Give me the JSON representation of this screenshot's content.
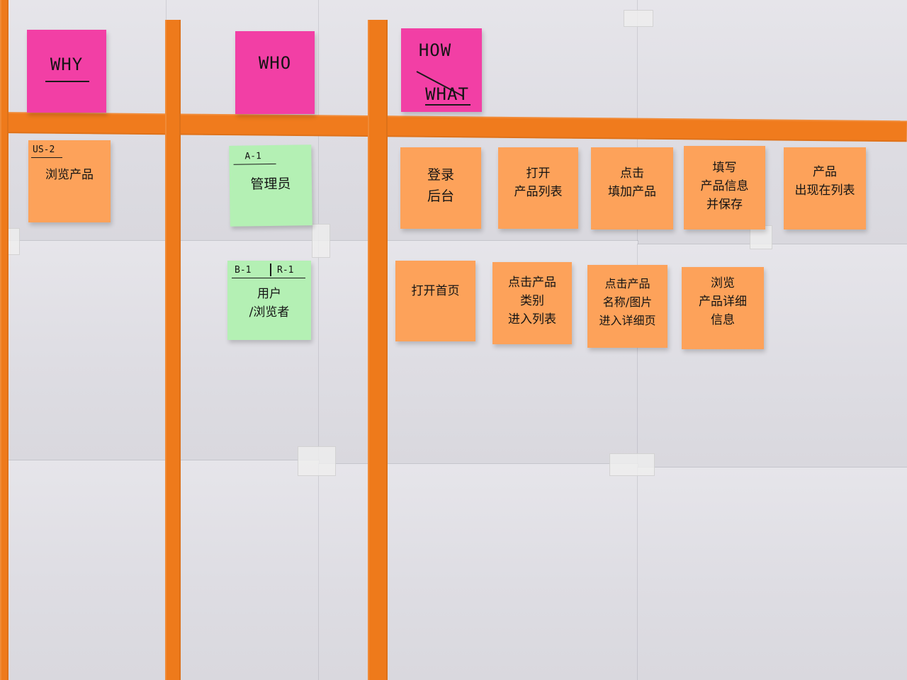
{
  "headers": {
    "why": "WHY",
    "who": "WHO",
    "how": "HOW",
    "what": "WHAT"
  },
  "row1": {
    "why_card": {
      "tag": "US-2",
      "text": "浏览产品"
    },
    "who_card": {
      "tag": "A-1",
      "text": "管理员"
    },
    "steps": [
      {
        "text": "登录\n后台"
      },
      {
        "text": "打开\n产品列表"
      },
      {
        "text": "点击\n填加产品"
      },
      {
        "text": "填写\n产品信息\n并保存"
      },
      {
        "text": "产品\n出现在列表"
      }
    ]
  },
  "row2": {
    "who_card": {
      "tag_left": "B-1",
      "tag_right": "R-1",
      "text": "用户\n/浏览者"
    },
    "steps": [
      {
        "text": "打开首页"
      },
      {
        "text": "点击产品\n类别\n进入列表"
      },
      {
        "text": "点击产品\n名称/图片\n进入详细页"
      },
      {
        "text": "浏览\n产品详细\n信息"
      }
    ]
  }
}
